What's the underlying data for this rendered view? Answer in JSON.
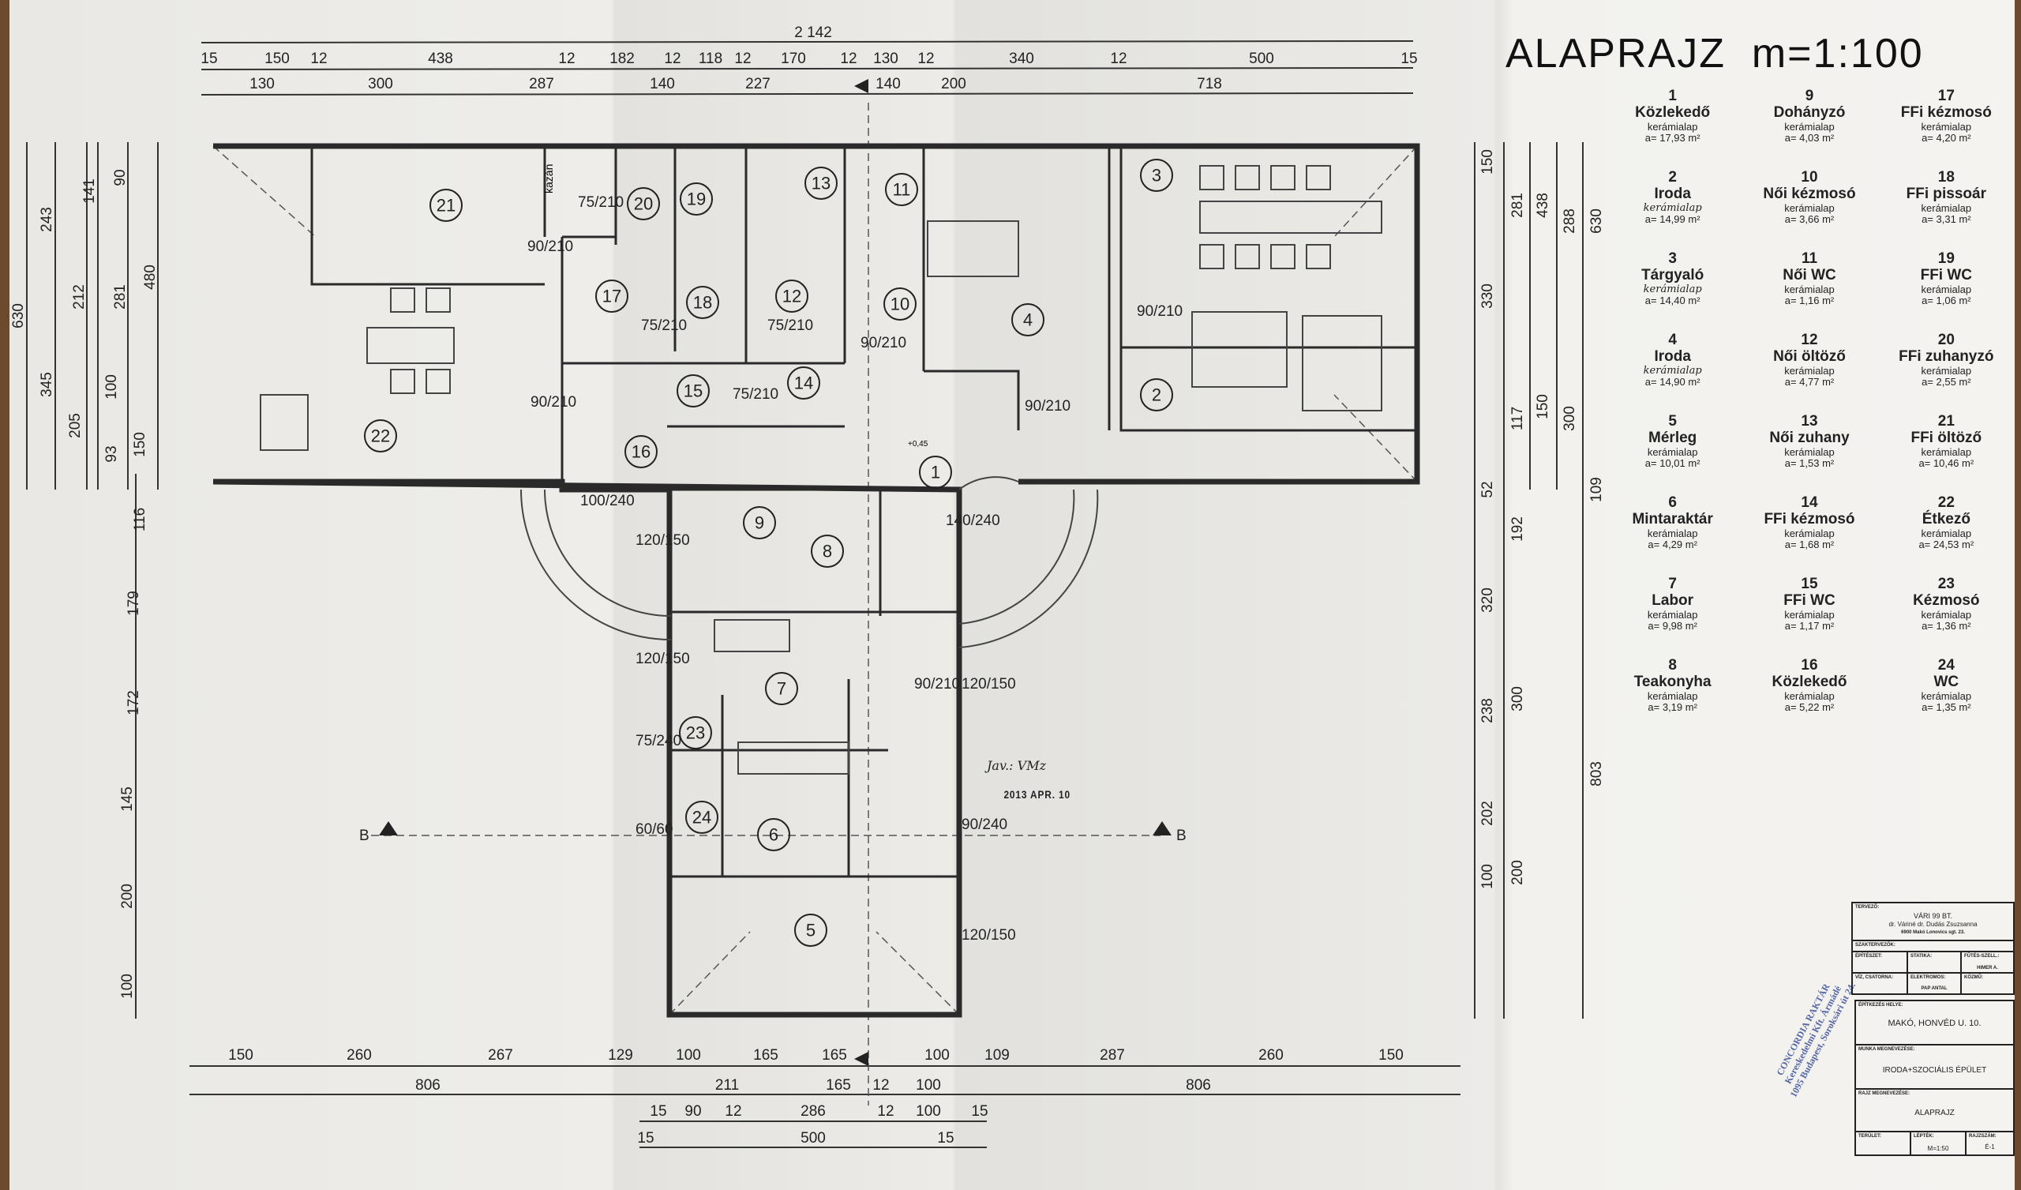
{
  "title": "ALAPRAJZ  m=1:100",
  "legend": [
    {
      "no": "1",
      "name": "Közlekedő",
      "material": "kerámialap",
      "area": "a= 17,93 m²"
    },
    {
      "no": "2",
      "name": "Iroda",
      "material": "kerámialap",
      "area": "a= 14,99 m²"
    },
    {
      "no": "3",
      "name": "Tárgyaló",
      "material": "kerámialap",
      "area": "a= 14,40 m²"
    },
    {
      "no": "4",
      "name": "Iroda",
      "material": "kerámialap",
      "area": "a= 14,90 m²"
    },
    {
      "no": "5",
      "name": "Mérleg",
      "material": "kerámialap",
      "area": "a= 10,01 m²"
    },
    {
      "no": "6",
      "name": "Mintaraktár",
      "material": "kerámialap",
      "area": "a= 4,29 m²"
    },
    {
      "no": "7",
      "name": "Labor",
      "material": "kerámialap",
      "area": "a= 9,98 m²"
    },
    {
      "no": "8",
      "name": "Teakonyha",
      "material": "kerámialap",
      "area": "a= 3,19 m²"
    },
    {
      "no": "9",
      "name": "Dohányzó",
      "material": "kerámialap",
      "area": "a= 4,03 m²"
    },
    {
      "no": "10",
      "name": "Női kézmosó",
      "material": "kerámialap",
      "area": "a= 3,66 m²"
    },
    {
      "no": "11",
      "name": "Női WC",
      "material": "kerámialap",
      "area": "a= 1,16 m²"
    },
    {
      "no": "12",
      "name": "Női öltöző",
      "material": "kerámialap",
      "area": "a= 4,77 m²"
    },
    {
      "no": "13",
      "name": "Női zuhany",
      "material": "kerámialap",
      "area": "a= 1,53 m²"
    },
    {
      "no": "14",
      "name": "FFi kézmosó",
      "material": "kerámialap",
      "area": "a= 1,68 m²"
    },
    {
      "no": "15",
      "name": "FFi WC",
      "material": "kerámialap",
      "area": "a= 1,17 m²"
    },
    {
      "no": "16",
      "name": "Közlekedő",
      "material": "kerámialap",
      "area": "a= 5,22 m²"
    },
    {
      "no": "17",
      "name": "FFi kézmosó",
      "material": "kerámialap",
      "area": "a= 4,20 m²"
    },
    {
      "no": "18",
      "name": "FFi pissoár",
      "material": "kerámialap",
      "area": "a= 3,31 m²"
    },
    {
      "no": "19",
      "name": "FFi WC",
      "material": "kerámialap",
      "area": "a= 1,06 m²"
    },
    {
      "no": "20",
      "name": "FFi zuhanyzó",
      "material": "kerámialap",
      "area": "a= 2,55 m²"
    },
    {
      "no": "21",
      "name": "FFi öltöző",
      "material": "kerámialap",
      "area": "a= 10,46 m²"
    },
    {
      "no": "22",
      "name": "Étkező",
      "material": "kerámialap",
      "area": "a= 24,53 m²"
    },
    {
      "no": "23",
      "name": "Kézmosó",
      "material": "kerámialap",
      "area": "a= 1,36 m²"
    },
    {
      "no": "24",
      "name": "WC",
      "material": "kerámialap",
      "area": "a= 1,35 m²"
    }
  ],
  "plan": {
    "rooms": [
      "21",
      "20",
      "19",
      "13",
      "11",
      "3",
      "17",
      "18",
      "12",
      "10",
      "4",
      "2",
      "15",
      "14",
      "22",
      "16",
      "1",
      "9",
      "8",
      "7",
      "23",
      "24",
      "6",
      "5"
    ],
    "level_mark": "+0,45",
    "section_label": "B",
    "boiler_label": "kazán",
    "dims_top": [
      "2 142",
      "15",
      "150",
      "12",
      "438",
      "12",
      "182",
      "12",
      "118",
      "12",
      "170",
      "12",
      "130",
      "12",
      "340",
      "12",
      "500",
      "15",
      "130",
      "300",
      "287",
      "140",
      "227",
      "140",
      "200",
      "718"
    ],
    "dims_bottom": [
      "150",
      "260",
      "267",
      "129",
      "100",
      "165",
      "165",
      "100",
      "109",
      "287",
      "260",
      "150",
      "806",
      "211",
      "165",
      "12",
      "100",
      "806",
      "15",
      "90",
      "12",
      "286",
      "12",
      "100",
      "15",
      "15",
      "500",
      "15"
    ],
    "dims_left": [
      "630",
      "345",
      "243",
      "205",
      "212",
      "141",
      "281",
      "480",
      "90",
      "100",
      "93",
      "150",
      "116",
      "179",
      "172",
      "145",
      "200",
      "100"
    ],
    "dims_right": [
      "150",
      "330",
      "52",
      "320",
      "238",
      "202",
      "100",
      "281",
      "117",
      "192",
      "300",
      "200",
      "438",
      "150",
      "288",
      "300",
      "630",
      "109",
      "803"
    ],
    "door_dims": [
      "90/210",
      "75/210",
      "90/210",
      "75/210",
      "75/210",
      "75/210",
      "90/210",
      "90/210",
      "90/210",
      "100/240",
      "120/150",
      "120/150",
      "90/210",
      "120/150",
      "75/240",
      "60/60",
      "90/240",
      "120/150",
      "140/240"
    ],
    "signature": "Jav.: VMz",
    "date_stamp": "2013 APR. 10"
  },
  "title_block": {
    "designer_label": "TERVEZŐ:",
    "designer_company": "VÁRI 99 BT.",
    "designer_name": "dr. Váriné dr. Dudás Zsuzsanna",
    "designer_address": "6900 Makó Lonovics sgt. 23.",
    "specialists_label": "SZAKTERVEZŐK:",
    "architecture_label": "ÉPÍTÉSZET:",
    "statics_label": "STATIKA:",
    "heating_label": "FŰTÉS-SZELL.:",
    "heating_value": "HIMER A.",
    "water_label": "VÍZ, CSATORNA:",
    "electrical_label": "ELEKTROMOS:",
    "electrical_value": "PAP ANTAL",
    "utilities_label": "KÖZMŰ:",
    "site_label": "ÉPÍTKEZÉS HELYE:",
    "site_value": "MAKÓ, HONVÉD U. 10.",
    "work_label": "MUNKA MEGNEVEZÉSE:",
    "work_value": "IRODA+SZOCIÁLIS ÉPÜLET",
    "drawing_label": "RAJZ MEGNEVEZÉSE:",
    "drawing_value": "ALAPRAJZ",
    "area_label": "TERÜLET:",
    "scale_label": "LÉPTÉK:",
    "scale_value": "M=1:50",
    "number_label": "RAJZSZÁM:",
    "number_value": "É-1"
  },
  "stamp": {
    "line1": "CONCORDIA RAKTÁR",
    "line2": "Kereskedelmi Kft. Ármádé",
    "line3": "1095 Budapest, Soroksári út 24."
  }
}
